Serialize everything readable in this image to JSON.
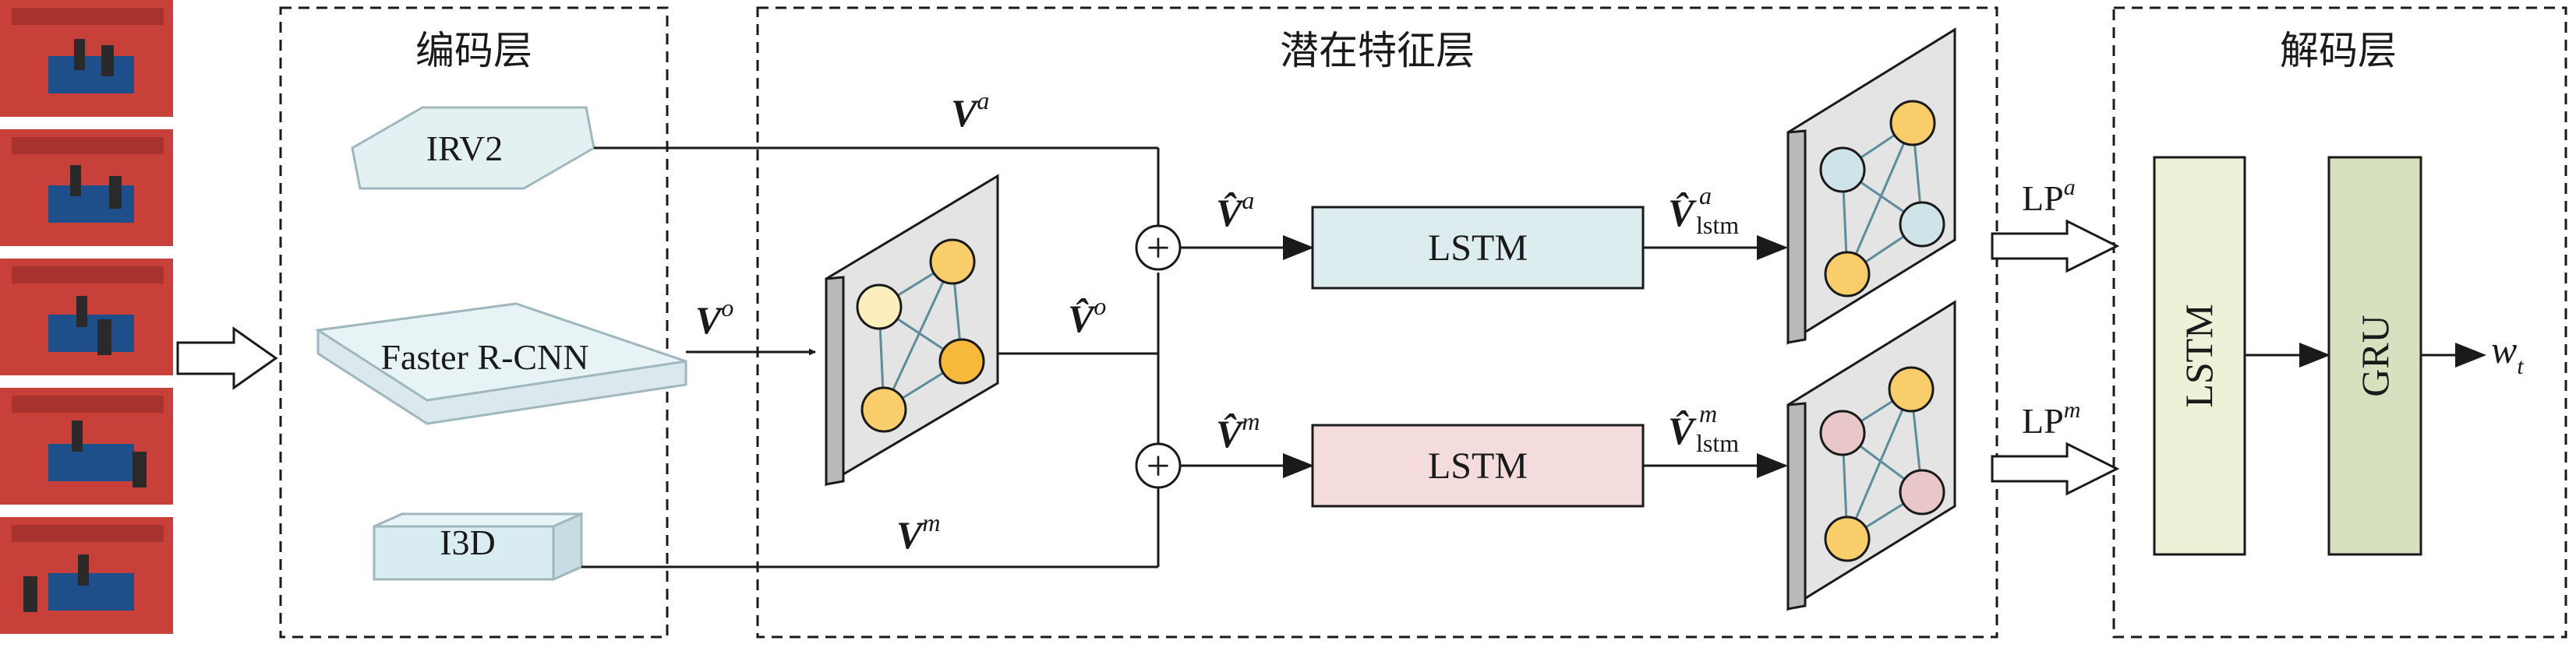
{
  "panels": {
    "encoder": {
      "title": "编码层"
    },
    "latent": {
      "title": "潜在特征层"
    },
    "decoder": {
      "title": "解码层"
    }
  },
  "encoders": {
    "irv2": "IRV2",
    "faster_rcnn": "Faster R-CNN",
    "i3d": "I3D"
  },
  "features": {
    "va": {
      "base": "V",
      "sup": "a"
    },
    "vo": {
      "base": "V",
      "sup": "o"
    },
    "vm": {
      "base": "V",
      "sup": "m"
    },
    "vhat_a": {
      "base": "V̂",
      "sup": "a"
    },
    "vhat_o": {
      "base": "V̂",
      "sup": "o"
    },
    "vhat_m": {
      "base": "V̂",
      "sup": "m"
    },
    "vhat_lstm_a": {
      "base": "V̂",
      "sup": "a",
      "sub": "lstm"
    },
    "vhat_lstm_m": {
      "base": "V̂",
      "sup": "m",
      "sub": "lstm"
    }
  },
  "modules": {
    "lstm_a": "LSTM",
    "lstm_m": "LSTM",
    "dec_lstm": "LSTM",
    "dec_gru": "GRU"
  },
  "sum_symbol": "+",
  "outputs": {
    "lp_a": {
      "base": "LP",
      "sup": "a"
    },
    "lp_m": {
      "base": "LP",
      "sup": "m"
    },
    "wt": {
      "base": "w",
      "sub": "t"
    }
  },
  "colors": {
    "court": "#c8403a",
    "table": "#1f4f8a",
    "irv2_fill": "#e4f1f3",
    "box_fill": "#d9ecf1",
    "lstm_a_fill": "#ddecee",
    "lstm_m_fill": "#f4dcdc",
    "dec_lstm_fill": "#eef0d8",
    "dec_gru_fill": "#d7e1bf",
    "node_yellow": "#f8cd6a",
    "node_pale": "#fdeebd",
    "node_orange": "#f6b93a",
    "node_blue": "#cfe4e8",
    "node_pink": "#e9c7c9",
    "edge": "#5d8c9a",
    "panel_fill": "#e4e4e4"
  }
}
